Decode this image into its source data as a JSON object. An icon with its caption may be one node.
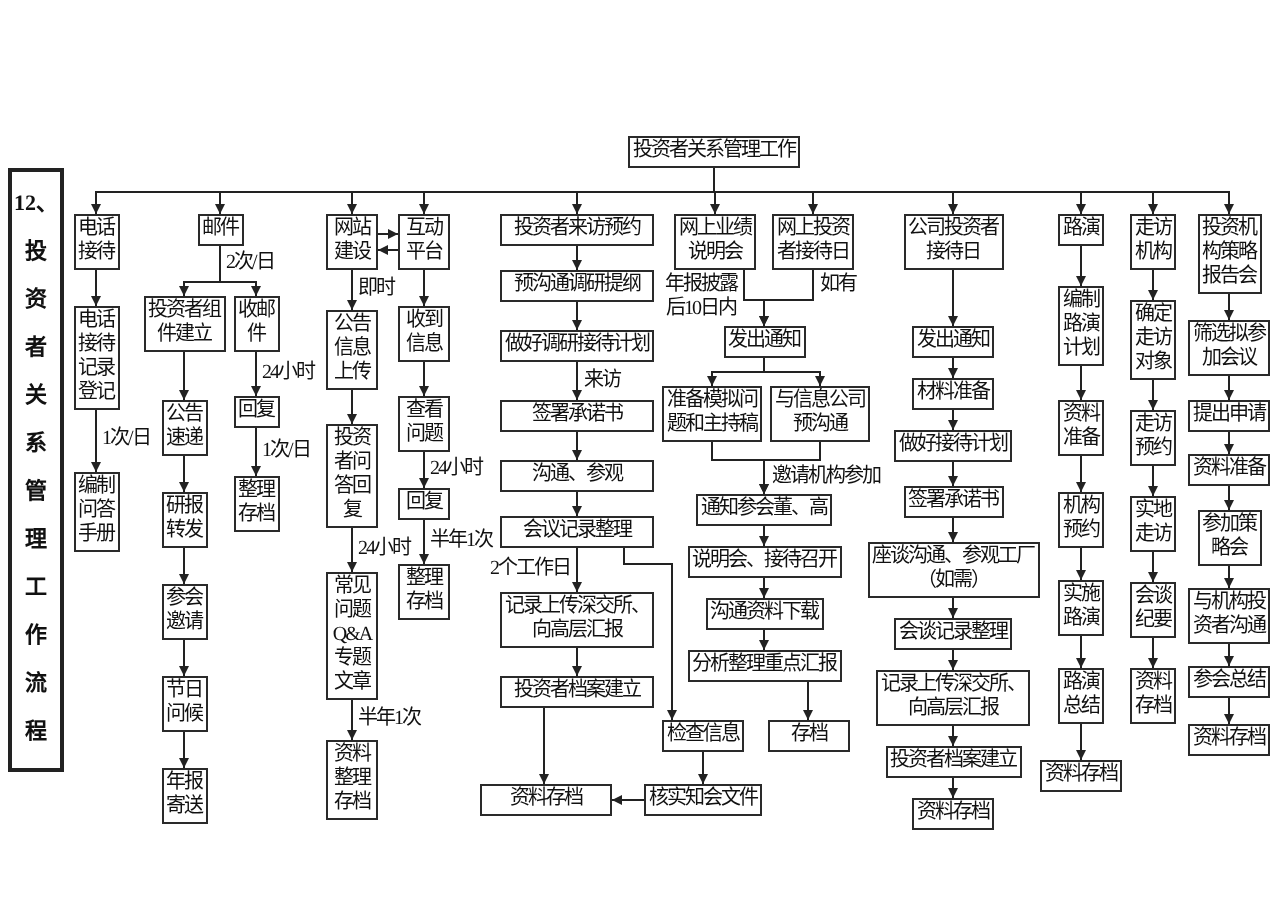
{
  "diagram": {
    "title": "12、投资者关系管理工作流程",
    "nodes": [
      {
        "text": [
          "投资者关系管理工作"
        ]
      },
      {
        "text": [
          "电话接待"
        ]
      },
      {
        "text": [
          "电话接待记录登记"
        ]
      },
      {
        "text": [
          "编制问答手册"
        ]
      },
      {
        "text": [
          "邮件"
        ]
      },
      {
        "text": [
          "投资者组件建立"
        ]
      },
      {
        "text": [
          "收邮件"
        ]
      },
      {
        "text": [
          "公告速递"
        ]
      },
      {
        "text": [
          "研报转发"
        ]
      },
      {
        "text": [
          "参会邀请"
        ]
      },
      {
        "text": [
          "节日问候"
        ]
      },
      {
        "text": [
          "年报寄送"
        ]
      },
      {
        "text": [
          "回复"
        ]
      },
      {
        "text": [
          "整理存档"
        ]
      },
      {
        "text": [
          "网站建设"
        ]
      },
      {
        "text": [
          "公告信息上传"
        ]
      },
      {
        "text": [
          "投资者问答回复"
        ]
      },
      {
        "text": [
          "常见问题Q&A专题文章"
        ]
      },
      {
        "text": [
          "资料整理存档"
        ]
      },
      {
        "text": [
          "互动平台"
        ]
      },
      {
        "text": [
          "收到信息"
        ]
      },
      {
        "text": [
          "查看问题"
        ]
      },
      {
        "text": [
          "回复"
        ]
      },
      {
        "text": [
          "整理存档"
        ]
      },
      {
        "text": [
          "投资者来访预约"
        ]
      },
      {
        "text": [
          "预沟通调研提纲"
        ]
      },
      {
        "text": [
          "做好调研接待计划"
        ]
      },
      {
        "text": [
          "签署承诺书"
        ]
      },
      {
        "text": [
          "沟通、参观"
        ]
      },
      {
        "text": [
          "会议记录整理"
        ]
      },
      {
        "text": [
          "记录上传深交所、向高层汇报"
        ]
      },
      {
        "text": [
          "投资者档案建立"
        ]
      },
      {
        "text": [
          "资料存档"
        ]
      },
      {
        "text": [
          "检查信息"
        ]
      },
      {
        "text": [
          "核实知会文件"
        ]
      },
      {
        "text": [
          "网上业绩说明会"
        ]
      },
      {
        "text": [
          "网上投资者接待日"
        ]
      },
      {
        "text": [
          "发出通知"
        ]
      },
      {
        "text": [
          "准备模拟问题和主持稿"
        ]
      },
      {
        "text": [
          "与信息公司预沟通"
        ]
      },
      {
        "text": [
          "通知参会董、高"
        ]
      },
      {
        "text": [
          "说明会、接待召开"
        ]
      },
      {
        "text": [
          "沟通资料下载"
        ]
      },
      {
        "text": [
          "分析整理重点汇报"
        ]
      },
      {
        "text": [
          "存档"
        ]
      },
      {
        "text": [
          "公司投资者接待日"
        ]
      },
      {
        "text": [
          "发出通知"
        ]
      },
      {
        "text": [
          "材料准备"
        ]
      },
      {
        "text": [
          "做好接待计划"
        ]
      },
      {
        "text": [
          "签署承诺书"
        ]
      },
      {
        "text": [
          "座谈沟通、参观工厂（如需）"
        ]
      },
      {
        "text": [
          "会谈记录整理"
        ]
      },
      {
        "text": [
          "记录上传深交所、向高层汇报"
        ]
      },
      {
        "text": [
          "投资者档案建立"
        ]
      },
      {
        "text": [
          "资料存档"
        ]
      },
      {
        "text": [
          "路演"
        ]
      },
      {
        "text": [
          "编制路演计划"
        ]
      },
      {
        "text": [
          "资料准备"
        ]
      },
      {
        "text": [
          "机构预约"
        ]
      },
      {
        "text": [
          "实施路演"
        ]
      },
      {
        "text": [
          "路演总结"
        ]
      },
      {
        "text": [
          "资料存档"
        ]
      },
      {
        "text": [
          "走访机构"
        ]
      },
      {
        "text": [
          "确定走访对象"
        ]
      },
      {
        "text": [
          "走访预约"
        ]
      },
      {
        "text": [
          "实地走访"
        ]
      },
      {
        "text": [
          "会谈纪要"
        ]
      },
      {
        "text": [
          "资料存档"
        ]
      },
      {
        "text": [
          "投资机构策略报告会"
        ]
      },
      {
        "text": [
          "筛选拟参加会议"
        ]
      },
      {
        "text": [
          "提出申请"
        ]
      },
      {
        "text": [
          "资料准备"
        ]
      },
      {
        "text": [
          "参加策略会"
        ]
      },
      {
        "text": [
          "与机构投资者沟通"
        ]
      },
      {
        "text": [
          "参会总结"
        ]
      },
      {
        "text": [
          "资料存档"
        ]
      }
    ],
    "edges": [
      {
        "from": 0,
        "to": 1,
        "arrow": "to"
      },
      {
        "from": 0,
        "to": 4,
        "arrow": "to"
      },
      {
        "from": 0,
        "to": 14,
        "arrow": "to"
      },
      {
        "from": 0,
        "to": 19,
        "arrow": "to"
      },
      {
        "from": 0,
        "to": 24,
        "arrow": "to"
      },
      {
        "from": 0,
        "to": 35,
        "arrow": "to"
      },
      {
        "from": 0,
        "to": 36,
        "arrow": "to"
      },
      {
        "from": 0,
        "to": 45,
        "arrow": "to"
      },
      {
        "from": 0,
        "to": 55,
        "arrow": "to"
      },
      {
        "from": 0,
        "to": 62,
        "arrow": "to"
      },
      {
        "from": 0,
        "to": 68,
        "arrow": "to"
      },
      {
        "from": 1,
        "to": 2,
        "arrow": "to"
      },
      {
        "from": 2,
        "to": 3,
        "arrow": "to",
        "label": "1次/日"
      },
      {
        "from": 4,
        "to": 5,
        "arrow": "to"
      },
      {
        "from": 4,
        "to": 6,
        "arrow": "to",
        "label": "2次/日"
      },
      {
        "from": 5,
        "to": 7,
        "arrow": "to"
      },
      {
        "from": 7,
        "to": 8,
        "arrow": "to"
      },
      {
        "from": 8,
        "to": 9,
        "arrow": "to"
      },
      {
        "from": 9,
        "to": 10,
        "arrow": "to"
      },
      {
        "from": 10,
        "to": 11,
        "arrow": "to"
      },
      {
        "from": 6,
        "to": 12,
        "arrow": "to",
        "label": "24小时"
      },
      {
        "from": 12,
        "to": 13,
        "arrow": "to",
        "label": "1次/日"
      },
      {
        "from": 14,
        "to": 19,
        "arrow": "to"
      },
      {
        "from": 19,
        "to": 14,
        "arrow": "to"
      },
      {
        "from": 14,
        "to": 15,
        "arrow": "to",
        "label": "即时"
      },
      {
        "from": 15,
        "to": 16,
        "arrow": "to"
      },
      {
        "from": 16,
        "to": 17,
        "arrow": "to",
        "label": "24小时"
      },
      {
        "from": 17,
        "to": 18,
        "arrow": "to",
        "label": "半年1次"
      },
      {
        "from": 19,
        "to": 20,
        "arrow": "to"
      },
      {
        "from": 20,
        "to": 21,
        "arrow": "to"
      },
      {
        "from": 21,
        "to": 22,
        "arrow": "to",
        "label": "24小时"
      },
      {
        "from": 22,
        "to": 23,
        "arrow": "to",
        "label": "半年1次"
      },
      {
        "from": 24,
        "to": 25,
        "arrow": "to"
      },
      {
        "from": 25,
        "to": 26,
        "arrow": "to"
      },
      {
        "from": 26,
        "to": 27,
        "arrow": "to",
        "label": "来访"
      },
      {
        "from": 27,
        "to": 28,
        "arrow": "to"
      },
      {
        "from": 28,
        "to": 29,
        "arrow": "to"
      },
      {
        "from": 29,
        "to": 30,
        "arrow": "to",
        "label": "2个工作日"
      },
      {
        "from": 30,
        "to": 31,
        "arrow": "to"
      },
      {
        "from": 31,
        "to": 32,
        "arrow": "to"
      },
      {
        "from": 29,
        "to": 33,
        "arrow": "to"
      },
      {
        "from": 33,
        "to": 34,
        "arrow": "to"
      },
      {
        "from": 34,
        "to": 32,
        "arrow": "to"
      },
      {
        "from": 35,
        "to": 37,
        "arrow": "to",
        "label": "年报披露后10日内"
      },
      {
        "from": 36,
        "to": 37,
        "arrow": "to",
        "label": "如有"
      },
      {
        "from": 37,
        "to": 38,
        "arrow": "to"
      },
      {
        "from": 37,
        "to": 39,
        "arrow": "to"
      },
      {
        "from": 38,
        "to": 40,
        "arrow": "to"
      },
      {
        "from": 39,
        "to": 40,
        "arrow": "to",
        "label": "邀请机构参加"
      },
      {
        "from": 40,
        "to": 41,
        "arrow": "to"
      },
      {
        "from": 41,
        "to": 42,
        "arrow": "to"
      },
      {
        "from": 42,
        "to": 43,
        "arrow": "to"
      },
      {
        "from": 43,
        "to": 44,
        "arrow": "to"
      },
      {
        "from": 45,
        "to": 46,
        "arrow": "to"
      },
      {
        "from": 46,
        "to": 47,
        "arrow": "to"
      },
      {
        "from": 47,
        "to": 48,
        "arrow": "to"
      },
      {
        "from": 48,
        "to": 49,
        "arrow": "to"
      },
      {
        "from": 49,
        "to": 50,
        "arrow": "to"
      },
      {
        "from": 50,
        "to": 51,
        "arrow": "to"
      },
      {
        "from": 51,
        "to": 52,
        "arrow": "to"
      },
      {
        "from": 52,
        "to": 53,
        "arrow": "to"
      },
      {
        "from": 53,
        "to": 54,
        "arrow": "to"
      },
      {
        "from": 55,
        "to": 56,
        "arrow": "to"
      },
      {
        "from": 56,
        "to": 57,
        "arrow": "to"
      },
      {
        "from": 57,
        "to": 58,
        "arrow": "to"
      },
      {
        "from": 58,
        "to": 59,
        "arrow": "to"
      },
      {
        "from": 59,
        "to": 60,
        "arrow": "to"
      },
      {
        "from": 60,
        "to": 61,
        "arrow": "to"
      },
      {
        "from": 62,
        "to": 63,
        "arrow": "to"
      },
      {
        "from": 63,
        "to": 64,
        "arrow": "to"
      },
      {
        "from": 64,
        "to": 65,
        "arrow": "to"
      },
      {
        "from": 65,
        "to": 66,
        "arrow": "to"
      },
      {
        "from": 66,
        "to": 67,
        "arrow": "to"
      },
      {
        "from": 68,
        "to": 69,
        "arrow": "to"
      },
      {
        "from": 69,
        "to": 70,
        "arrow": "to"
      },
      {
        "from": 70,
        "to": 71,
        "arrow": "to"
      },
      {
        "from": 71,
        "to": 72,
        "arrow": "to"
      },
      {
        "from": 72,
        "to": 73,
        "arrow": "to"
      },
      {
        "from": 73,
        "to": 74,
        "arrow": "to"
      },
      {
        "from": 74,
        "to": 75,
        "arrow": "to"
      }
    ]
  }
}
